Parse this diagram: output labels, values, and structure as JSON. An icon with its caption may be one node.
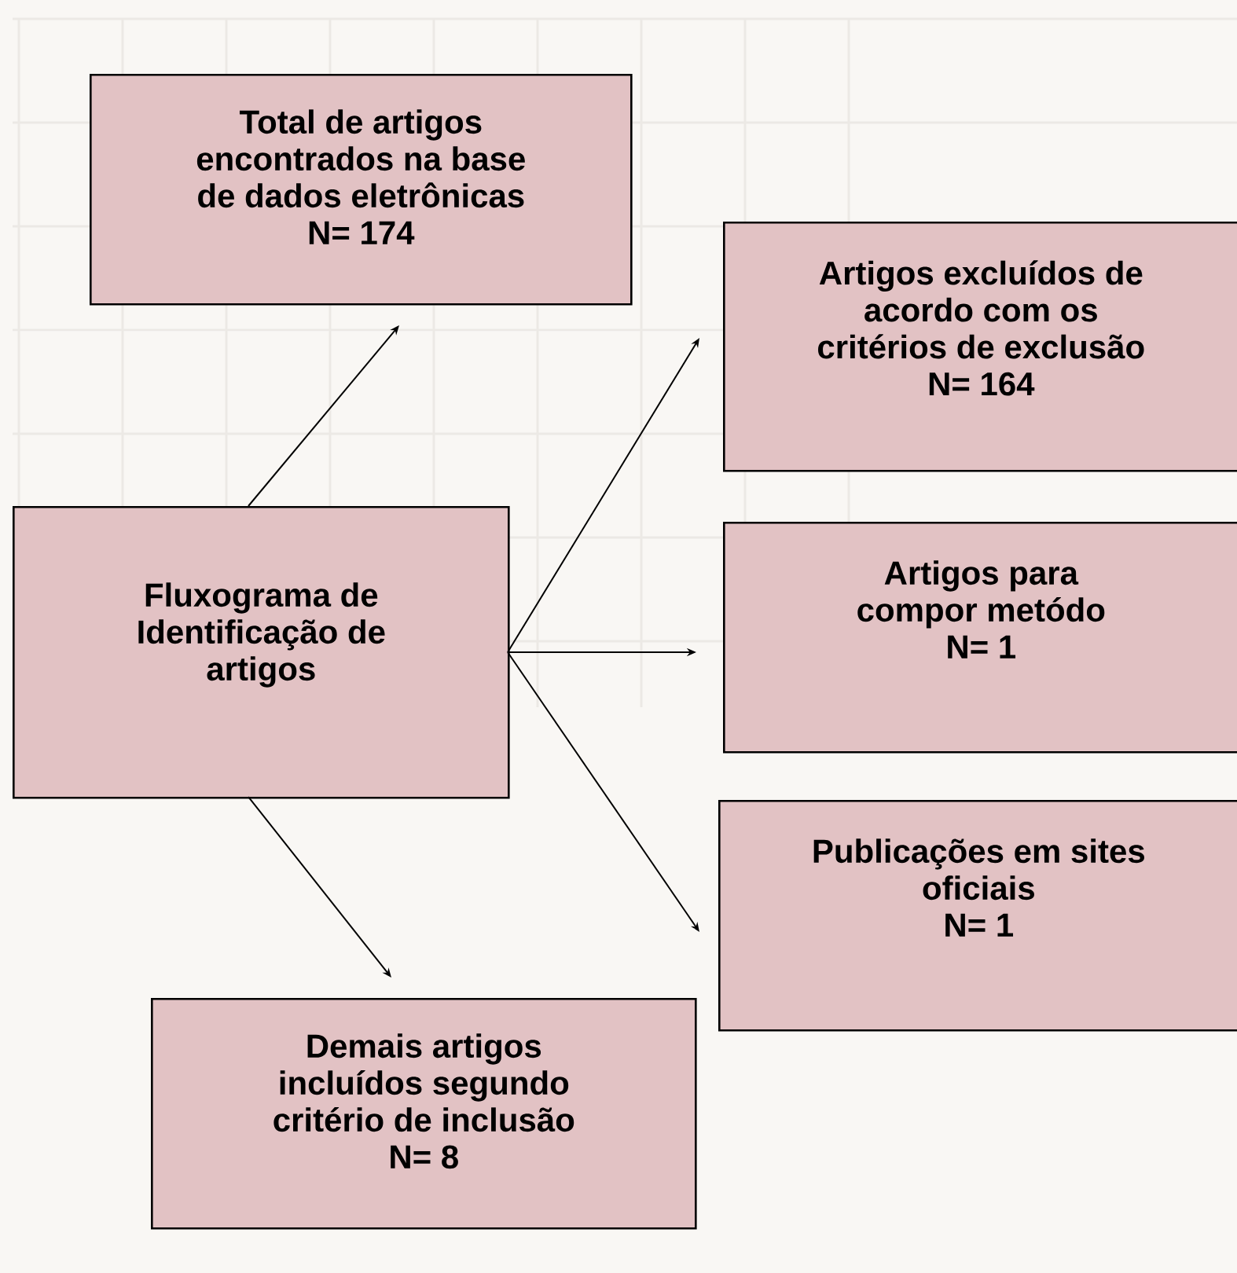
{
  "diagram": {
    "nodes": [
      {
        "text": [
          "Fluxograma de Identificação de artigos"
        ]
      },
      {
        "text": [
          "Total de artigos encontrados na base de dados eletrônicas",
          "N= 174"
        ]
      },
      {
        "text": [
          "Artigos excluídos de acordo com os critérios de exclusão",
          "N= 164"
        ]
      },
      {
        "text": [
          "Artigos para compor metódo",
          "N= 1"
        ]
      },
      {
        "text": [
          "Publicações em sites oficiais",
          "N= 1"
        ]
      },
      {
        "text": [
          "Demais artigos incluídos segundo critério de inclusão",
          "N= 8"
        ]
      }
    ],
    "edges": [
      {
        "from": 0,
        "to": 1,
        "arrow": "to"
      },
      {
        "from": 0,
        "to": 2,
        "arrow": "to"
      },
      {
        "from": 0,
        "to": 3,
        "arrow": "to"
      },
      {
        "from": 0,
        "to": 4,
        "arrow": "to"
      },
      {
        "from": 0,
        "to": 5,
        "arrow": "to"
      }
    ]
  }
}
